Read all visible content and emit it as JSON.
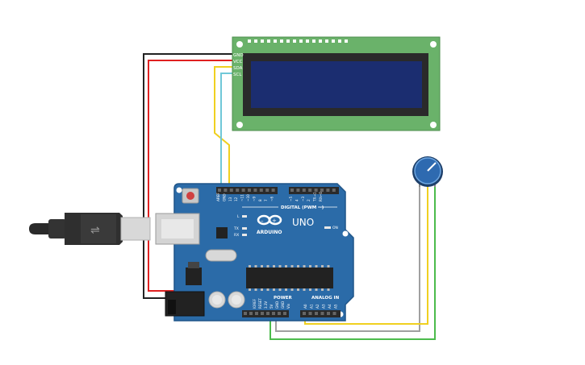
{
  "lcd": {
    "pins": [
      "GND",
      "VCC",
      "SDA",
      "SCL"
    ]
  },
  "arduino": {
    "logo_text": "ARDUINO",
    "model": "UNO",
    "digital_label": "DIGITAL (PWM ~)",
    "aref_label": "AREF",
    "gnd_label": "GND",
    "digital_pins": [
      "13",
      "12",
      "~11",
      "~10",
      "~9",
      "8",
      "7",
      "~6",
      "~5",
      "4",
      "~3",
      "2",
      "TX→1",
      "RX←0"
    ],
    "led_labels": [
      "L",
      "TX",
      "RX"
    ],
    "on_label": "ON",
    "power_label": "POWER",
    "power_pins": [
      "IOREF",
      "RESET",
      "3.3V",
      "5V",
      "GND",
      "GND",
      "Vin"
    ],
    "analog_label": "ANALOG IN",
    "analog_pins": [
      "A0",
      "A1",
      "A2",
      "A3",
      "A4",
      "A5"
    ]
  },
  "colors": {
    "board": "#2b6ba8",
    "board_dark": "#1f5588",
    "lcd_pcb": "#6ab26a",
    "lcd_screen": "#1b2d70",
    "wire_red": "#e02020",
    "wire_black": "#222222",
    "wire_yellow": "#f0d020",
    "wire_cyan": "#70c8d8",
    "wire_green": "#4cbb4c",
    "wire_gray": "#a0a0a0",
    "pot_knob": "#2e6ab0"
  }
}
